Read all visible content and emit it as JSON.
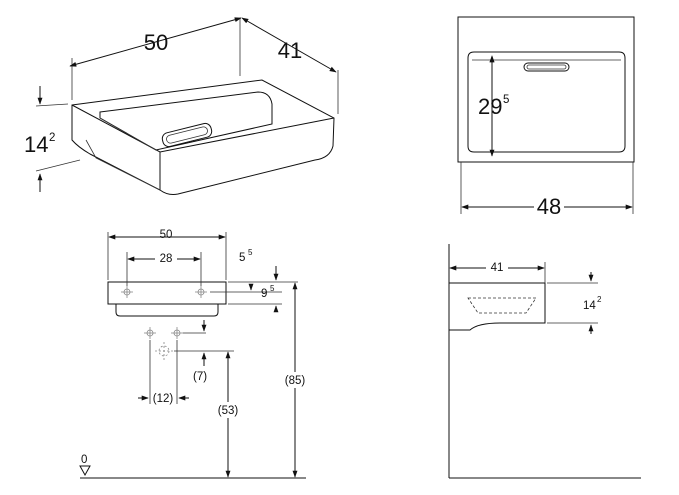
{
  "top_view": {
    "width_label": "50",
    "depth_label": "41",
    "height_label_main": "14",
    "height_label_sup": "2"
  },
  "front_view": {
    "inner_height_main": "29",
    "inner_height_sup": "5",
    "width_label": "48"
  },
  "install_front": {
    "width_label": "50",
    "hole_spacing_label": "28",
    "top_offset_main": "5",
    "top_offset_sup": "5",
    "rim_offset_main": "9",
    "rim_offset_sup": "5",
    "drain_offset_label": "(7)",
    "drain_spacing_label": "(12)",
    "drain_height_label": "(53)",
    "rim_height_label": "(85)",
    "floor_label": "0"
  },
  "install_side": {
    "depth_label": "41",
    "height_main": "14",
    "height_sup": "2"
  }
}
